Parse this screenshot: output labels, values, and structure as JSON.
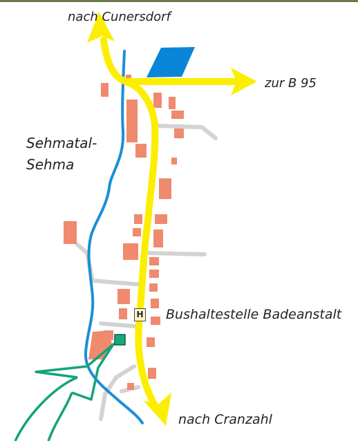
{
  "labels": {
    "north": "nach Cunersdorf",
    "east": "zur B 95",
    "town_line1": "Sehmatal-",
    "town_line2": "Sehma",
    "bus_stop": "Bushaltestelle Badeanstalt",
    "south": "nach Cranzahl"
  },
  "bus_sign_glyph": "H",
  "colors": {
    "main_road": "#fcee00",
    "river": "#1a8fd6",
    "buildings": "#ef8a6e",
    "side_roads": "#d3d3d3",
    "water_area": "#0a86d8",
    "access_arrow": "#15a27a",
    "destination_marker": "#19a87c"
  }
}
